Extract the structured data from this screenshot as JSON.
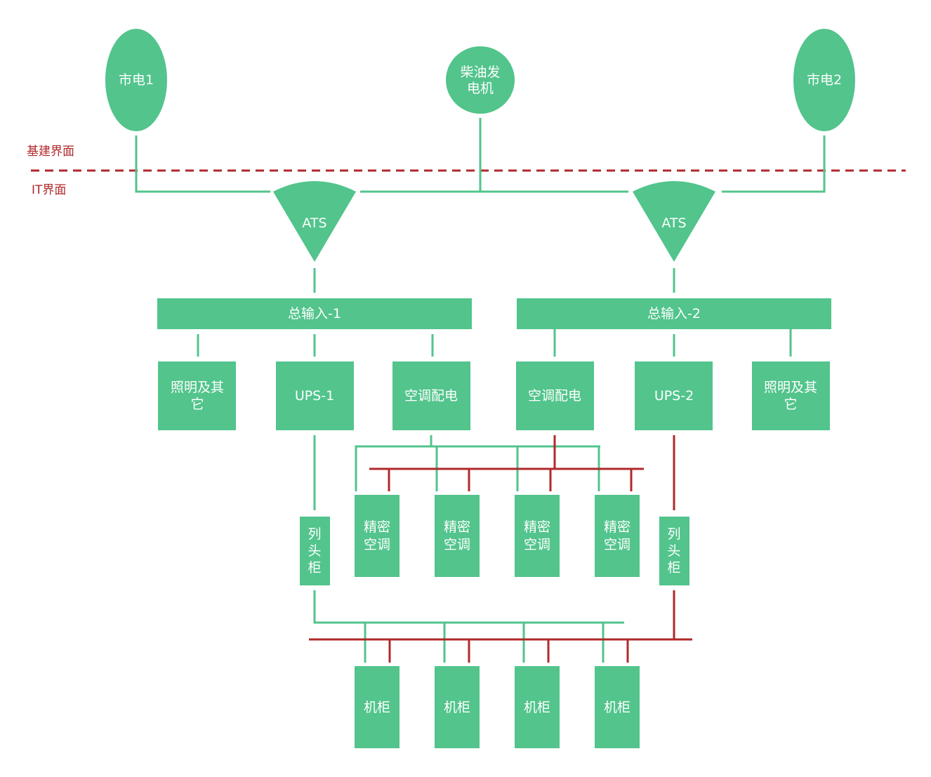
{
  "colors": {
    "node": "#52c48c",
    "green_line": "#52c48c",
    "red_line": "#b0292b",
    "zone_label": "#b0292b"
  },
  "zones": {
    "upper": "基建界面",
    "lower": "IT界面"
  },
  "sources": {
    "grid1": "市电1",
    "generator": [
      "柴油发",
      "电机"
    ],
    "grid2": "市电2"
  },
  "ats": {
    "left": "ATS",
    "right": "ATS"
  },
  "main_inputs": {
    "left": "总输入-1",
    "right": "总输入-2"
  },
  "branches": {
    "lighting_left": [
      "照明及其",
      "它"
    ],
    "ups1": "UPS-1",
    "ac_power_left": "空调配电",
    "ac_power_right": "空调配电",
    "ups2": "UPS-2",
    "lighting_right": [
      "照明及其",
      "它"
    ]
  },
  "row_cabinets": {
    "left": [
      "列",
      "头",
      "柜"
    ],
    "right": [
      "列",
      "头",
      "柜"
    ]
  },
  "precision_ac": [
    [
      "精密",
      "空调"
    ],
    [
      "精密",
      "空调"
    ],
    [
      "精密",
      "空调"
    ],
    [
      "精密",
      "空调"
    ]
  ],
  "racks": [
    "机柜",
    "机柜",
    "机柜",
    "机柜"
  ]
}
